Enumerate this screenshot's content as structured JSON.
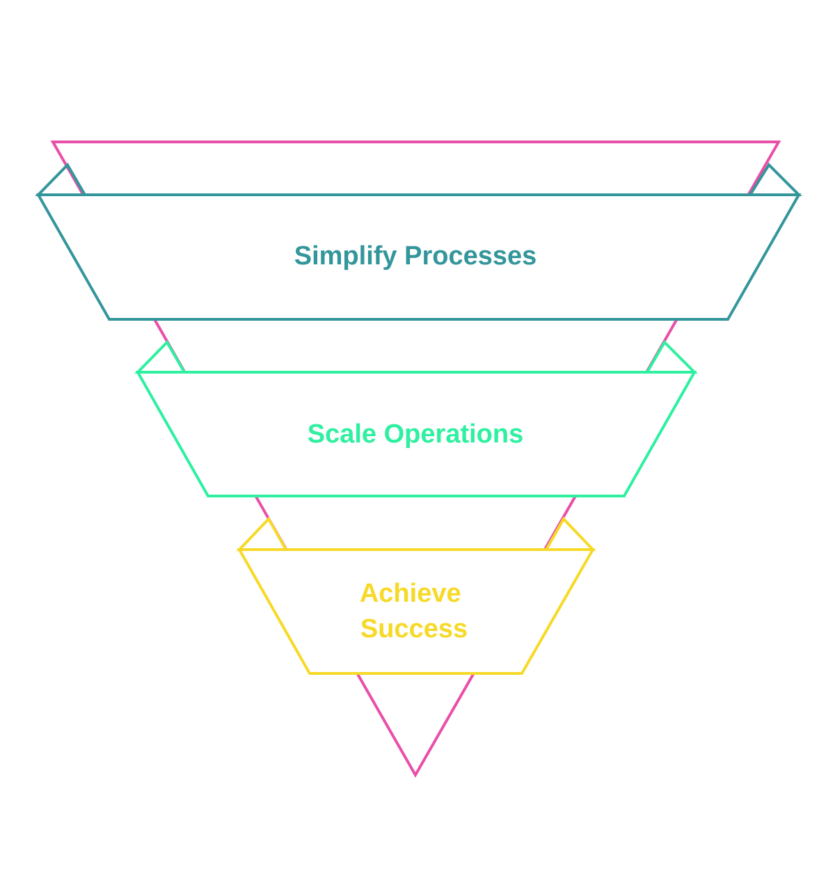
{
  "diagram": {
    "type": "inverted-funnel",
    "outline_color": "#e94fa8",
    "stages": [
      {
        "label_lines": [
          "Simplify Processes"
        ],
        "color": "#33969a"
      },
      {
        "label_lines": [
          "Scale Operations"
        ],
        "color": "#2ef0a0"
      },
      {
        "label_lines": [
          "Achieve",
          "Success"
        ],
        "color": "#f7d928"
      }
    ]
  }
}
